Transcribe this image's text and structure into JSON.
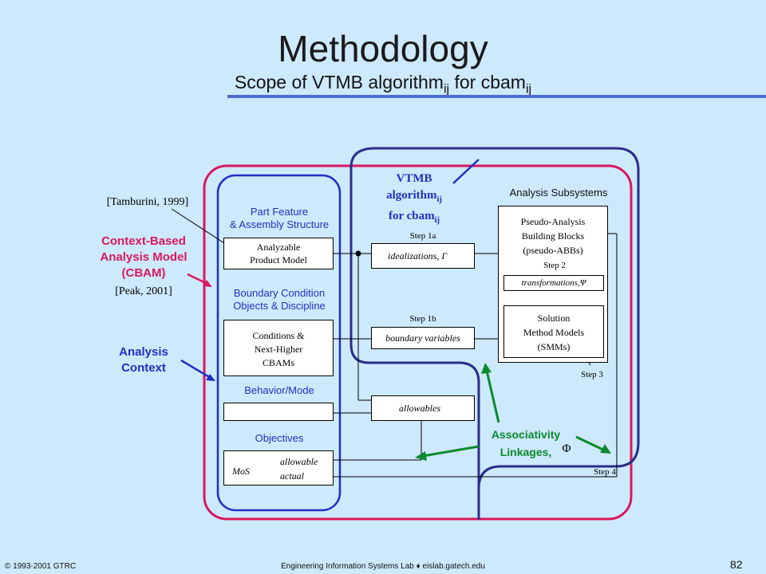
{
  "slide": {
    "title": "Methodology",
    "subtitle_main": "Scope of VTMB algorithm",
    "subtitle_sub1": "ij",
    "subtitle_mid": " for cbam",
    "subtitle_sub2": "ij",
    "page_number": "82"
  },
  "left_labels": {
    "tamburini": "[Tamburini, 1999]",
    "cbam_line1": "Context-Based",
    "cbam_line2": "Analysis Model",
    "cbam_line3": "(CBAM)",
    "peak": "[Peak, 2001]",
    "context_line1": "Analysis",
    "context_line2": "Context"
  },
  "column": {
    "part_feature_1": "Part Feature",
    "part_feature_2": "& Assembly Structure",
    "analyzable_1": "Analyzable",
    "analyzable_2": "Product Model",
    "boundary_1": "Boundary Condition",
    "boundary_2": "Objects & Discipline",
    "conditions_1": "Conditions &",
    "conditions_2": "Next-Higher",
    "conditions_3": "CBAMs",
    "behavior": "Behavior/Mode",
    "objectives": "Objectives",
    "mos": "MoS",
    "allowable": "allowable",
    "actual": "actual"
  },
  "vtmb": {
    "line1": "VTMB",
    "line2": "algorithm",
    "line2_sub": "ij",
    "line3": "for cbam",
    "line3_sub": "ij"
  },
  "steps": {
    "step1a": "Step 1a",
    "step1b": "Step 1b",
    "step2": "Step 2",
    "step3": "Step 3",
    "step4": "Step 4"
  },
  "middle": {
    "idealizations": "idealizations, Γ",
    "boundary_variables": "boundary variables",
    "allowables": "allowables"
  },
  "subsystems": {
    "header": "Analysis Subsystems",
    "pseudo_1": "Pseudo-Analysis",
    "pseudo_2": "Building Blocks",
    "pseudo_3": "(pseudo-ABBs)",
    "transformations": "transformations,Ψ",
    "solution_1": "Solution",
    "solution_2": "Method Models",
    "solution_3": "(SMMs)"
  },
  "associativity": {
    "line1": "Associativity",
    "line2": "Linkages,",
    "phi": "Φ"
  },
  "footer": {
    "copyright": "© 1993-2001  GTRC",
    "lab": "Engineering Information Systems Lab ♦ eislab.gatech.edu"
  },
  "colors": {
    "background": "#cde9fd",
    "blue": "#1f30c4",
    "pink": "#d8195d",
    "green": "#0c8a2c",
    "navy": "#2b2e8a"
  }
}
